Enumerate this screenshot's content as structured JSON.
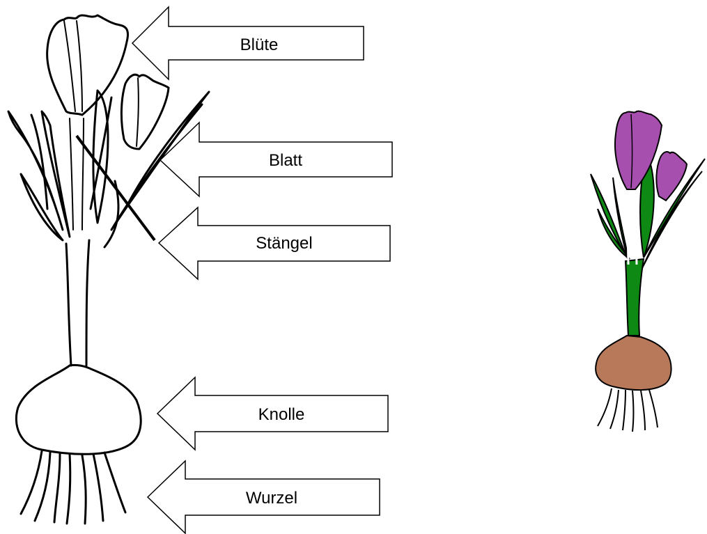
{
  "labels": {
    "bluete": "Blüte",
    "blatt": "Blatt",
    "staengel": "Stängel",
    "knolle": "Knolle",
    "wurzel": "Wurzel"
  },
  "colors": {
    "petal": "#A64FAE",
    "leaf": "#0E8A14",
    "bulb": "#B8785A",
    "line": "#000000",
    "arrow_fill": "#ffffff"
  }
}
